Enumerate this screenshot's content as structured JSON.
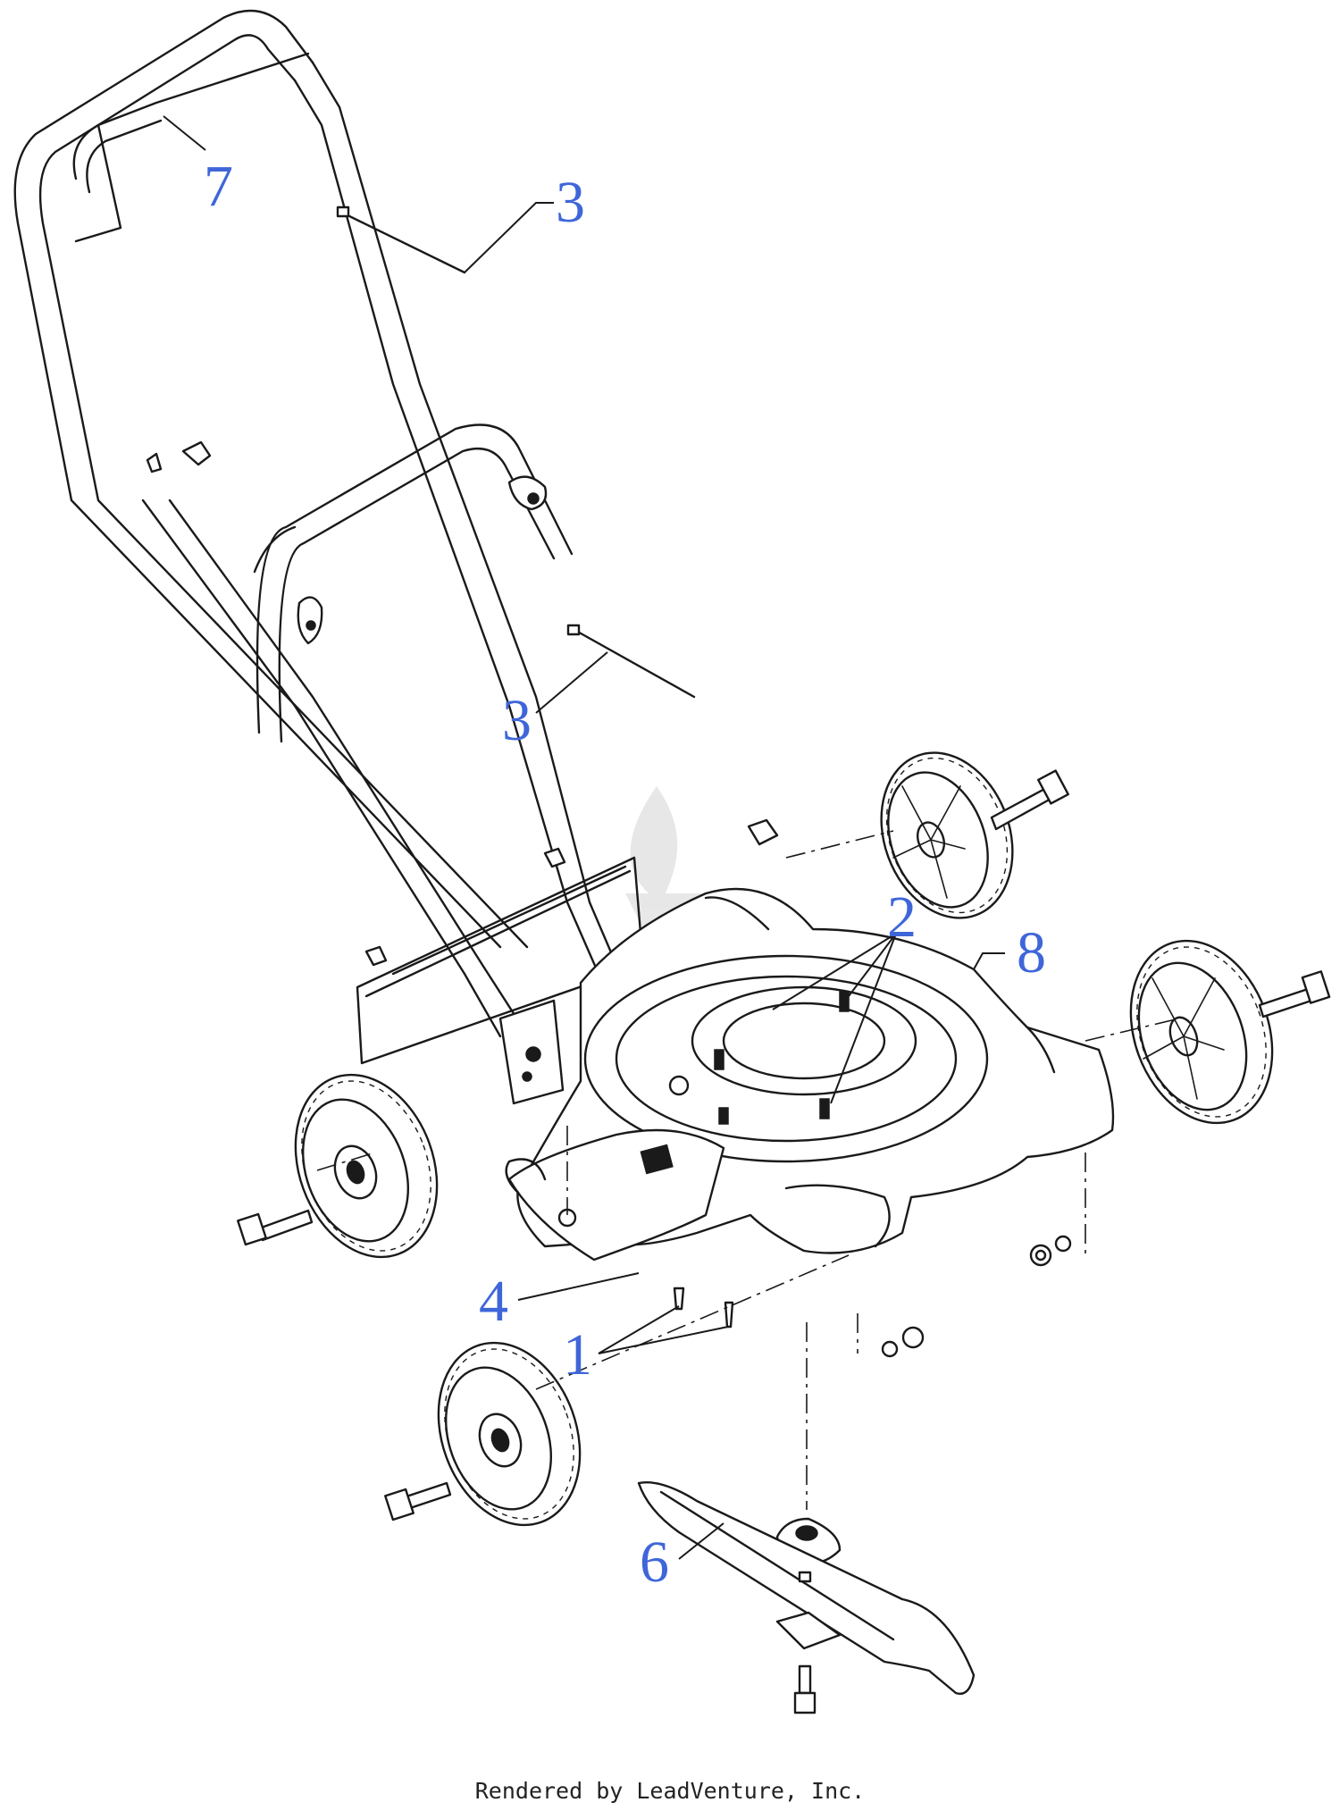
{
  "callouts": {
    "c7": "7",
    "c3_top": "3",
    "c3_mid": "3",
    "c2": "2",
    "c8": "8",
    "c4": "4",
    "c1": "1",
    "c6": "6"
  },
  "footer": {
    "text": "Rendered by LeadVenture, Inc."
  },
  "colors": {
    "callout": "#3f66d9",
    "line": "#1a1a1a",
    "background": "#ffffff"
  }
}
